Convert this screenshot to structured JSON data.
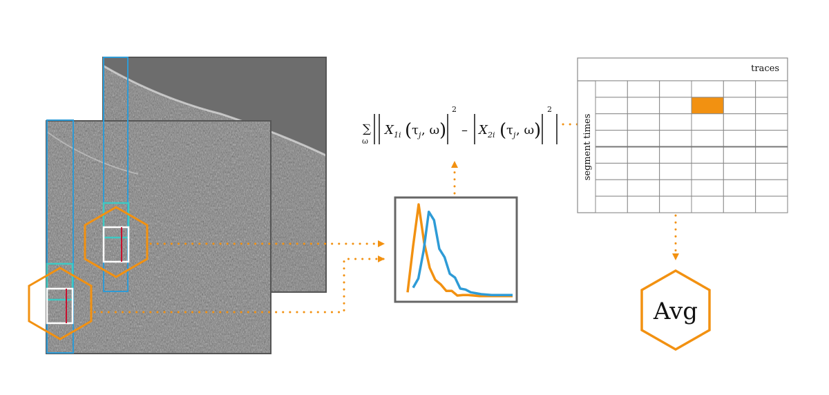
{
  "formula": {
    "sum_symbol": "∑",
    "sum_index": "ω",
    "X1": "X",
    "X1_sub": "1i",
    "X2": "X",
    "X2_sub": "2i",
    "tau": "τ",
    "tau_sub": "j",
    "comma_omega": ", ω",
    "minus": "–",
    "exponent": "2"
  },
  "table": {
    "header_label": "traces",
    "row_axis_label": "segment times",
    "rows": 8,
    "cols": 6,
    "highlight_cell": {
      "row": 1,
      "col": 3
    }
  },
  "avg_label": "Avg",
  "colors": {
    "orange": "#f29111",
    "blue": "#2e9bd6",
    "cyan": "#3ec9c4",
    "red": "#c8102e",
    "seismic_bg": "#7d7d7d",
    "frame": "#666666"
  },
  "spectra": {
    "series": [
      {
        "color": "orange",
        "values": [
          0.05,
          0.55,
          1.0,
          0.6,
          0.3,
          0.2,
          0.12,
          0.08,
          0.05,
          0.03,
          0.02,
          0.02,
          0.015,
          0.01,
          0.01,
          0.01,
          0.01,
          0.01,
          0.01,
          0.01
        ]
      },
      {
        "color": "blue",
        "values": [
          0.1,
          0.2,
          0.5,
          0.95,
          0.8,
          0.55,
          0.4,
          0.28,
          0.18,
          0.12,
          0.08,
          0.05,
          0.04,
          0.03,
          0.025,
          0.02,
          0.02,
          0.02,
          0.02,
          0.02
        ]
      }
    ]
  }
}
